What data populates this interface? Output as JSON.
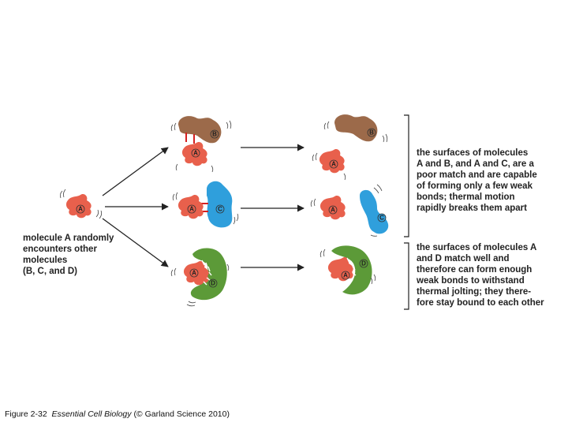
{
  "labels": {
    "left": [
      "molecule A randomly",
      "encounters other",
      "molecules",
      "(B, C, and D)"
    ],
    "top_right": [
      "the surfaces of molecules",
      "A and B, and A and C, are a",
      "poor match and are capable",
      "of forming only a few weak",
      "bonds; thermal motion",
      "rapidly breaks them apart"
    ],
    "bottom_right": [
      "the surfaces of molecules A",
      "and D match well and",
      "therefore can form enough",
      "weak bonds to withstand",
      "thermal jolting; they there-",
      "fore stay bound to each other"
    ]
  },
  "molecules": {
    "a": "A",
    "b": "B",
    "c": "C",
    "d": "D"
  },
  "colors": {
    "a": "#e8604c",
    "b": "#9c6a4a",
    "c": "#2f9fdc",
    "d": "#5c9a38",
    "bond": "#d42020",
    "outline": "#333333"
  },
  "caption": {
    "prefix": "Figure 2-32",
    "book": "Essential Cell Biology",
    "credit": "(© Garland Science 2010)"
  }
}
